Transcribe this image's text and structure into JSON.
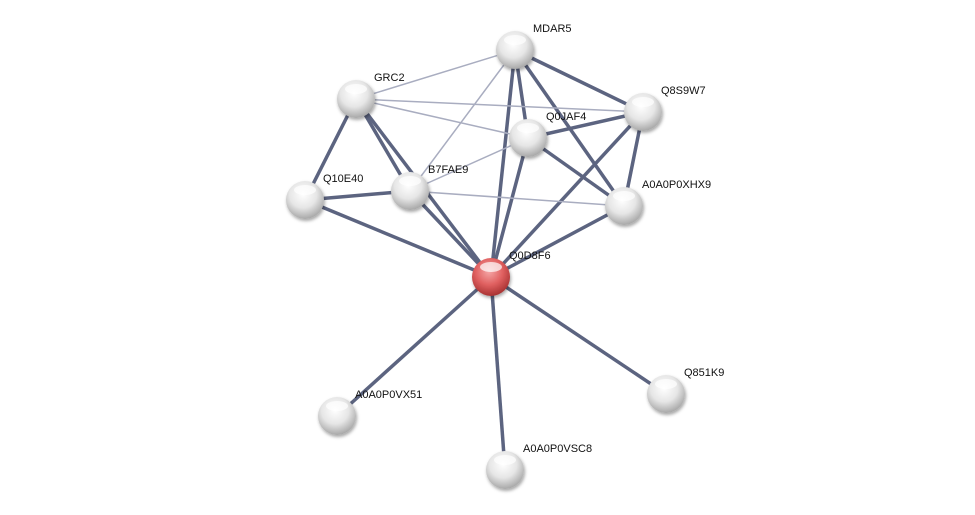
{
  "network": {
    "query_node": "Q0D8F6",
    "colors": {
      "query_node": "#e06060",
      "node": "#e8e8e8",
      "edge_strong": "#5c6480",
      "edge_weak": "#a9adc0"
    },
    "nodes": [
      "MDAR5",
      "GRC2",
      "Q8S9W7",
      "Q0JAF4",
      "Q10E40",
      "B7FAE9",
      "A0A0P0XHX9",
      "Q0D8F6",
      "Q851K9",
      "A0A0P0VX51",
      "A0A0P0VSC8"
    ],
    "edges": [
      {
        "a": "GRC2",
        "b": "Q10E40",
        "strength": "strong"
      },
      {
        "a": "GRC2",
        "b": "B7FAE9",
        "strength": "strong"
      },
      {
        "a": "GRC2",
        "b": "Q0D8F6",
        "strength": "strong"
      },
      {
        "a": "Q10E40",
        "b": "B7FAE9",
        "strength": "strong"
      },
      {
        "a": "Q10E40",
        "b": "Q0D8F6",
        "strength": "strong"
      },
      {
        "a": "B7FAE9",
        "b": "Q0D8F6",
        "strength": "strong"
      },
      {
        "a": "MDAR5",
        "b": "Q0D8F6",
        "strength": "strong"
      },
      {
        "a": "MDAR5",
        "b": "Q0JAF4",
        "strength": "strong"
      },
      {
        "a": "MDAR5",
        "b": "Q8S9W7",
        "strength": "strong"
      },
      {
        "a": "MDAR5",
        "b": "A0A0P0XHX9",
        "strength": "strong"
      },
      {
        "a": "Q0JAF4",
        "b": "Q8S9W7",
        "strength": "strong"
      },
      {
        "a": "Q0JAF4",
        "b": "Q0D8F6",
        "strength": "strong"
      },
      {
        "a": "Q0JAF4",
        "b": "A0A0P0XHX9",
        "strength": "strong"
      },
      {
        "a": "Q8S9W7",
        "b": "A0A0P0XHX9",
        "strength": "strong"
      },
      {
        "a": "Q8S9W7",
        "b": "Q0D8F6",
        "strength": "strong"
      },
      {
        "a": "A0A0P0XHX9",
        "b": "Q0D8F6",
        "strength": "strong"
      },
      {
        "a": "Q0D8F6",
        "b": "Q851K9",
        "strength": "strong"
      },
      {
        "a": "Q0D8F6",
        "b": "A0A0P0VX51",
        "strength": "strong"
      },
      {
        "a": "Q0D8F6",
        "b": "A0A0P0VSC8",
        "strength": "strong"
      },
      {
        "a": "GRC2",
        "b": "MDAR5",
        "strength": "weak"
      },
      {
        "a": "GRC2",
        "b": "Q8S9W7",
        "strength": "weak"
      },
      {
        "a": "GRC2",
        "b": "Q0JAF4",
        "strength": "weak"
      },
      {
        "a": "MDAR5",
        "b": "B7FAE9",
        "strength": "weak"
      },
      {
        "a": "B7FAE9",
        "b": "Q0JAF4",
        "strength": "weak"
      },
      {
        "a": "B7FAE9",
        "b": "A0A0P0XHX9",
        "strength": "weak"
      }
    ]
  }
}
